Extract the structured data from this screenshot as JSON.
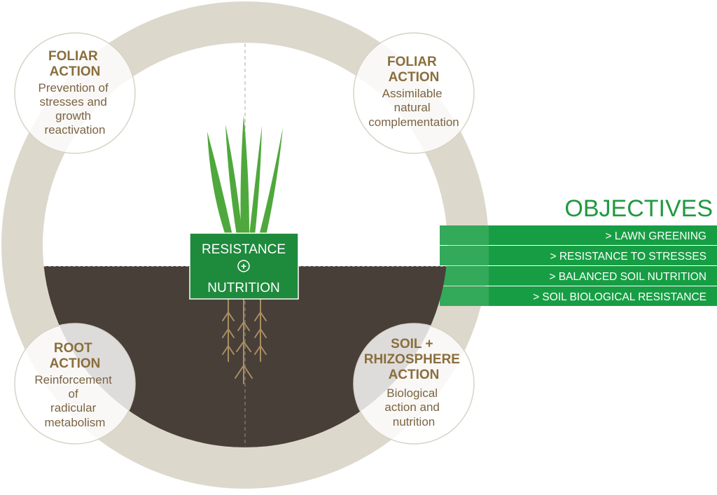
{
  "center_box": {
    "line1": "RESISTANCE",
    "plus": "+",
    "line2": "NUTRITION"
  },
  "actions": {
    "top_left": {
      "title": [
        "FOLIAR",
        "ACTION"
      ],
      "body": [
        "Prevention of",
        "stresses and",
        "growth",
        "reactivation"
      ]
    },
    "top_right": {
      "title": [
        "FOLIAR",
        "ACTION"
      ],
      "body": [
        "Assimilable",
        "natural",
        "complementation"
      ]
    },
    "bottom_left": {
      "title": [
        "ROOT",
        "ACTION"
      ],
      "body": [
        "Reinforcement",
        "of",
        "radicular",
        "metabolism"
      ]
    },
    "bottom_right": {
      "title": [
        "SOIL +",
        "RHIZOSPHERE",
        "ACTION"
      ],
      "body": [
        "Biological",
        "action and",
        "nutrition"
      ]
    }
  },
  "objectives": {
    "heading": "OBJECTIVES",
    "items": [
      "> LAWN GREENING",
      "> RESISTANCE TO STRESSES",
      "> BALANCED SOIL NUTRITION",
      "> SOIL BIOLOGICAL RESISTANCE"
    ]
  },
  "colors": {
    "ring": "#ddd8cc",
    "soil": "#483f39",
    "green_dark": "#1e8a3c",
    "green_bar": "#179e44",
    "leaf": "#4fa83c",
    "root": "#a88f62",
    "title_brown": "#8a6e3c",
    "text_brown": "#7b6443",
    "bubble_border": "#d8d3c6"
  }
}
